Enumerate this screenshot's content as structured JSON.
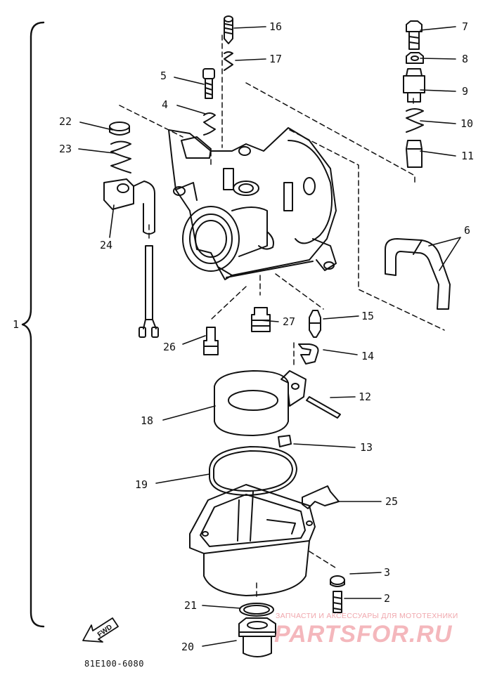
{
  "labels": {
    "assembly": "1",
    "p2": "2",
    "p3": "3",
    "p4": "4",
    "p5": "5",
    "p6": "6",
    "p7": "7",
    "p8": "8",
    "p9": "9",
    "p10": "10",
    "p11": "11",
    "p12": "12",
    "p13": "13",
    "p14": "14",
    "p15": "15",
    "p16": "16",
    "p17": "17",
    "p18": "18",
    "p19": "19",
    "p20": "20",
    "p21": "21",
    "p22": "22",
    "p23": "23",
    "p24": "24",
    "p25": "25",
    "p26": "26",
    "p27": "27"
  },
  "fwd_label": "FWD",
  "diagram_code": "81E100-6080",
  "watermark": {
    "caption": "ЗАПЧАСТИ И АКСЕССУАРЫ ДЛЯ МОТОТЕХНИКИ",
    "brand": "PARTSFOR.RU"
  }
}
